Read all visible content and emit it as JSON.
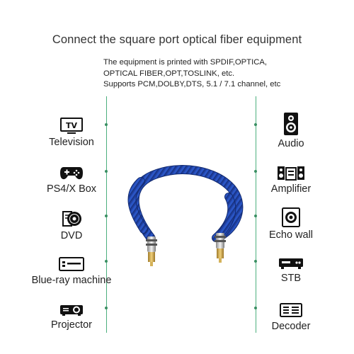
{
  "header": {
    "title": "Connect the square port optical fiber equipment",
    "lines": [
      "The equipment is printed with SPDIF,OPTICA,",
      "OPTICAL FIBER,OPT,TOSLINK, etc.",
      "Supports PCM,DOLBY,DTS, 5.1 / 7.1 channel, etc"
    ]
  },
  "left_devices": [
    {
      "label": "Television",
      "icon": "tv-icon"
    },
    {
      "label": "PS4/X Box",
      "icon": "gamepad-icon"
    },
    {
      "label": "DVD",
      "icon": "dvd-icon"
    },
    {
      "label": "Blue-ray machine",
      "icon": "bluray-player-icon"
    },
    {
      "label": "Projector",
      "icon": "projector-icon"
    }
  ],
  "right_devices": [
    {
      "label": "Audio",
      "icon": "speaker-icon"
    },
    {
      "label": "Amplifier",
      "icon": "amplifier-icon"
    },
    {
      "label": "Echo wall",
      "icon": "subwoofer-icon"
    },
    {
      "label": "STB",
      "icon": "set-top-box-icon"
    },
    {
      "label": "Decoder",
      "icon": "decoder-icon"
    }
  ],
  "icon_text": {
    "tv": "TV"
  },
  "colors": {
    "line": "#4caf7d",
    "cable_blue": "#1f3f9e",
    "connector_gold": "#c8a24a"
  }
}
